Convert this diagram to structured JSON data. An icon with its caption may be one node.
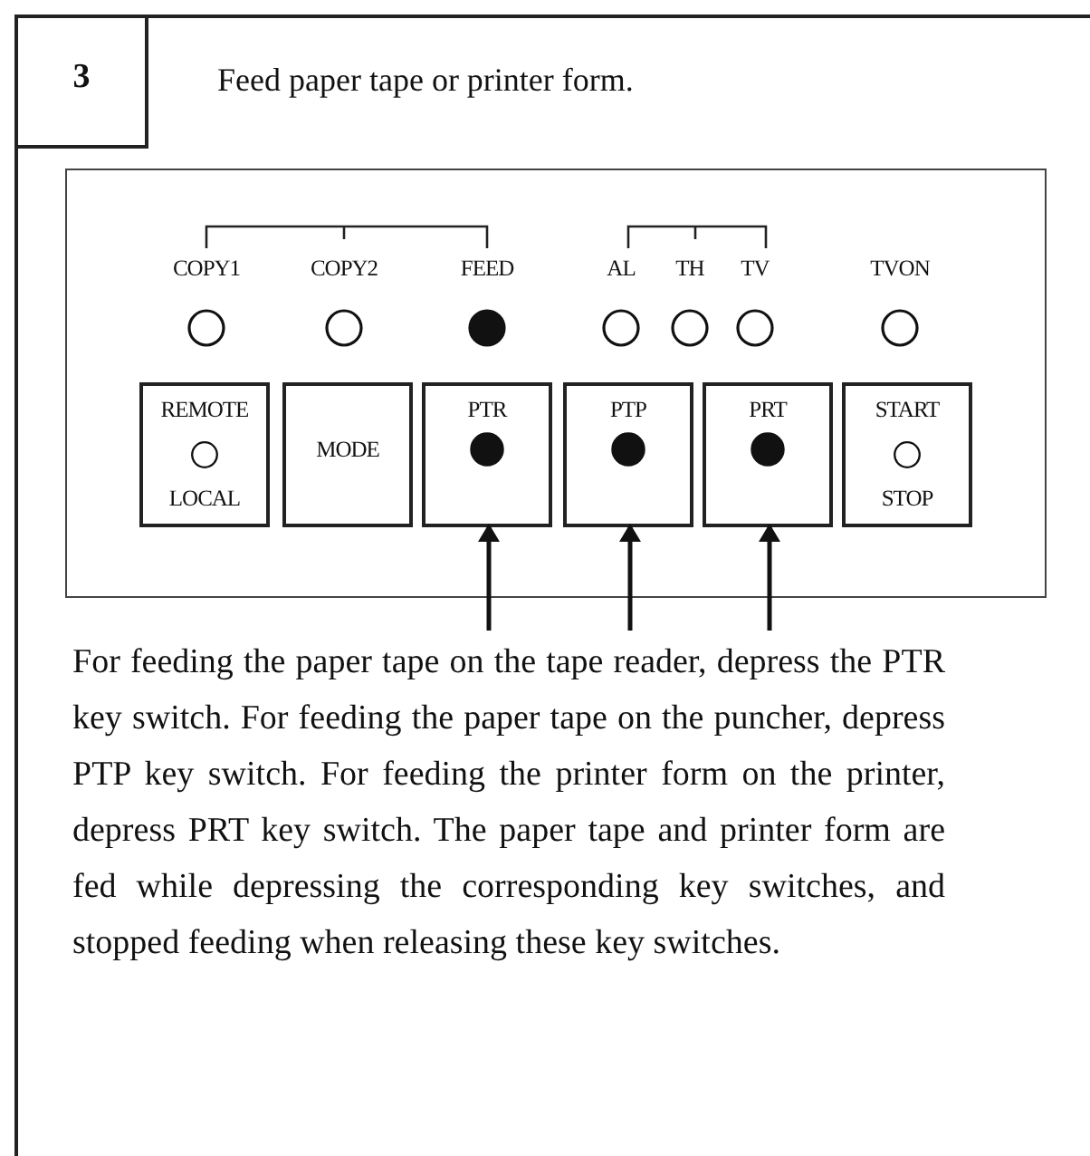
{
  "diagram": {
    "title": "Feed paper tape or printer form.",
    "nodes": [
      {
        "text": [
          "3"
        ]
      },
      {
        "text": [],
        "shape": "box"
      },
      {
        "text": [
          "REMOTE",
          "LOCAL"
        ],
        "in": 1
      },
      {
        "text": [
          "MODE"
        ],
        "in": 1
      },
      {
        "text": [
          "PTR"
        ],
        "in": 1
      },
      {
        "text": [
          "PTP"
        ],
        "in": 1
      },
      {
        "text": [
          "PRT"
        ],
        "in": 1
      },
      {
        "text": [
          "START",
          "STOP"
        ],
        "in": 1
      },
      {
        "text": [
          "For feeding the paper tape on the tape reader, depress the PTR key switch. For feeding the paper tape on the puncher, depress PTP key switch. For feeding the printer form on the printer, depress PRT key switch. The paper tape and printer form are fed while depressing the corresponding key switches, and stopped feeding when releasing these key switches."
        ]
      }
    ],
    "edges": [
      {
        "from": 8,
        "to": 4,
        "arrow": "to"
      },
      {
        "from": 8,
        "to": 5,
        "arrow": "to"
      },
      {
        "from": 8,
        "to": 6,
        "arrow": "to"
      }
    ],
    "labels": [
      "COPY1",
      "COPY2",
      "FEED",
      "AL",
      "TH",
      "TV",
      "TVON"
    ]
  }
}
